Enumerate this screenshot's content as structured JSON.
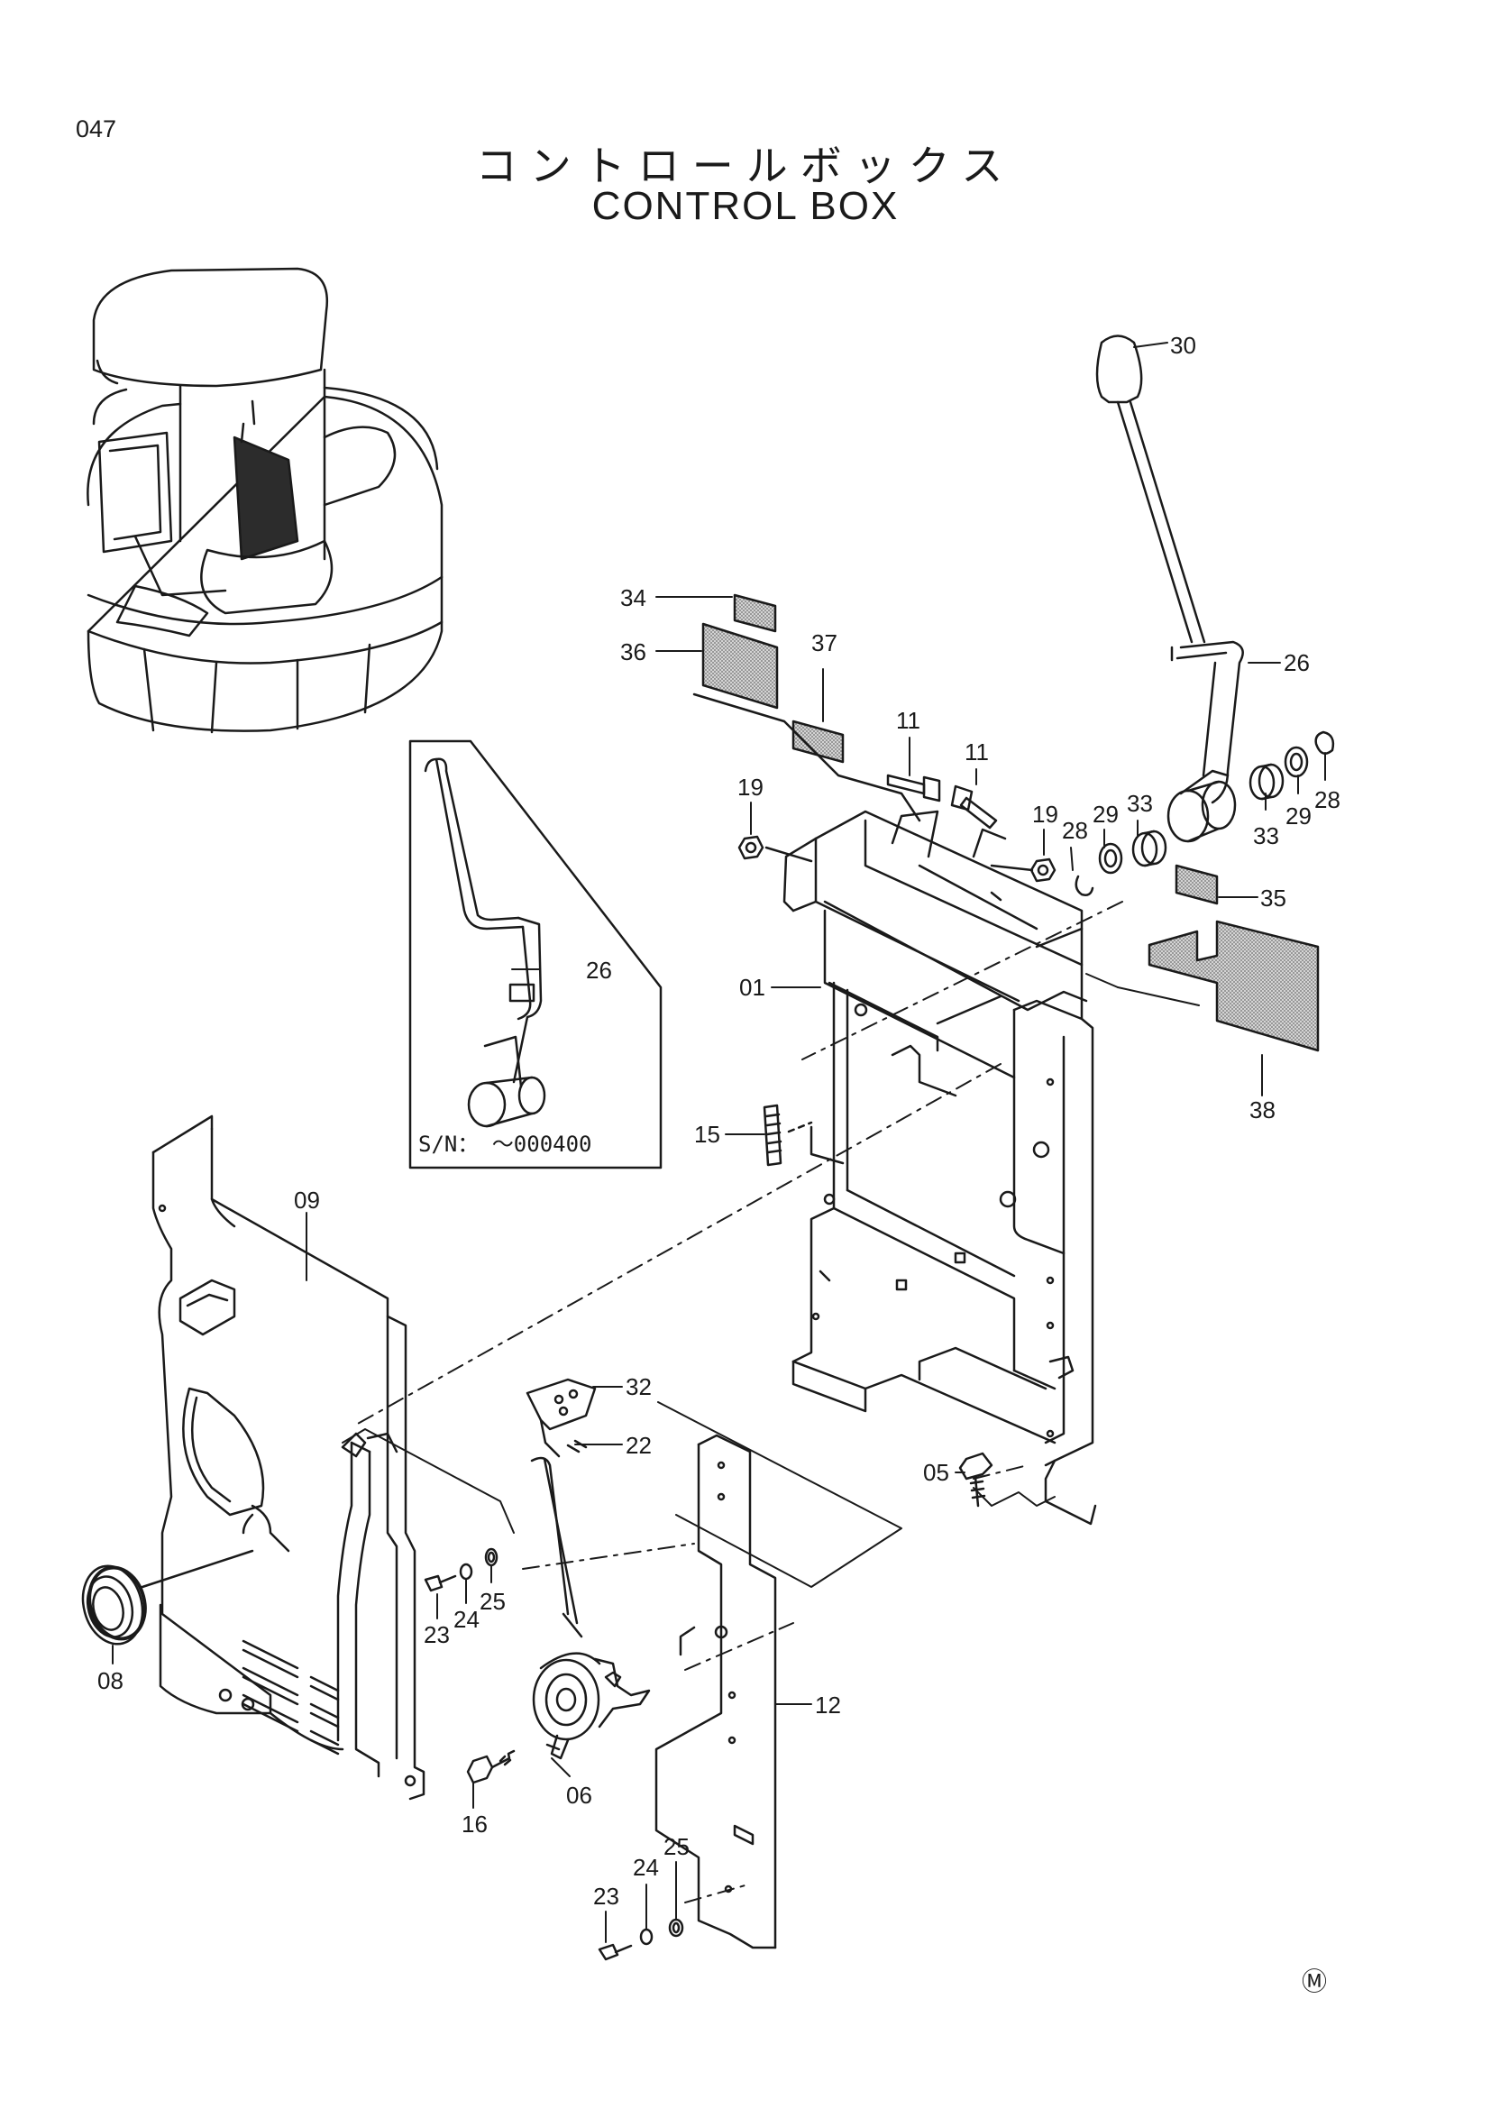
{
  "header": {
    "page_number": "047",
    "title_jp": "コントロールボックス",
    "title_en": "CONTROL BOX"
  },
  "inset": {
    "serial_note": "S/N： ～000400",
    "part_label": "26"
  },
  "part_labels": [
    "30",
    "34",
    "36",
    "37",
    "26",
    "11",
    "11",
    "19",
    "19",
    "28",
    "29",
    "33",
    "33",
    "29",
    "28",
    "35",
    "01",
    "38",
    "15",
    "09",
    "32",
    "22",
    "05",
    "23",
    "24",
    "25",
    "08",
    "12",
    "06",
    "16",
    "23",
    "24",
    "25"
  ],
  "footer": {
    "mark": "Ⓜ"
  },
  "colors": {
    "line": "#1a1a1a",
    "shade": "#8a8a8a",
    "paper": "#ffffff"
  }
}
